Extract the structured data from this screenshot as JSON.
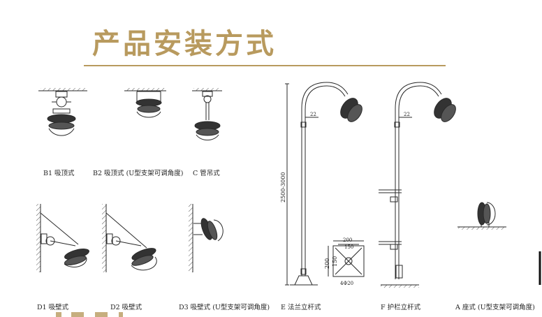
{
  "title": "产品安装方式",
  "colors": {
    "accent": "#b89a5e",
    "line": "#2a2a2a"
  },
  "captions": {
    "b1": "B1 吸顶式",
    "b2": "B2 吸顶式 (U型支架可调角度)",
    "c": "C 管吊式",
    "d1": "D1 吸壁式",
    "d2": "D2 吸壁式",
    "d3": "D3 吸壁式 (U型支架可调角度)",
    "e": "E 法兰立杆式",
    "f": "F 护栏立杆式",
    "a": "A 座式 (U型支架可调角度)"
  },
  "dimensions": {
    "e_offset": "22",
    "f_offset": "22",
    "height_range": "2500-3000",
    "base_200": "200",
    "base_150": "150",
    "base_v200": "200",
    "base_v150": "150",
    "bolt": "4Φ20"
  }
}
